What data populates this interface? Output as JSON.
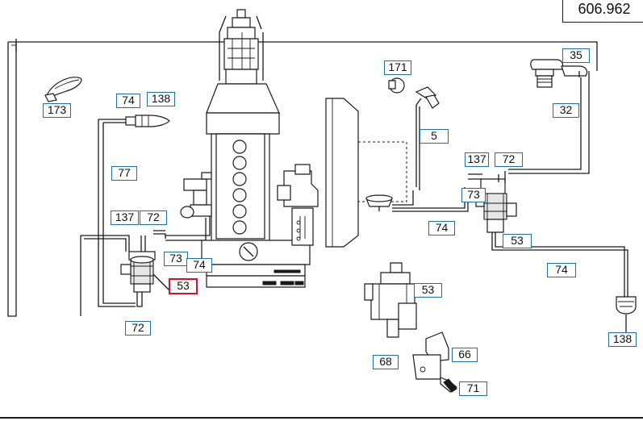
{
  "diagram": {
    "reference": "606.962",
    "callouts": [
      {
        "id": "173",
        "label": "173"
      },
      {
        "id": "74-a",
        "label": "74"
      },
      {
        "id": "138-a",
        "label": "138"
      },
      {
        "id": "77",
        "label": "77"
      },
      {
        "id": "137-a",
        "label": "137"
      },
      {
        "id": "72-a",
        "label": "72"
      },
      {
        "id": "73-a",
        "label": "73"
      },
      {
        "id": "74-b",
        "label": "74"
      },
      {
        "id": "53-a",
        "label": "53",
        "highlighted": true
      },
      {
        "id": "72-b",
        "label": "72"
      },
      {
        "id": "171",
        "label": "171"
      },
      {
        "id": "5",
        "label": "5"
      },
      {
        "id": "35",
        "label": "35"
      },
      {
        "id": "32",
        "label": "32"
      },
      {
        "id": "137-b",
        "label": "137"
      },
      {
        "id": "72-c",
        "label": "72"
      },
      {
        "id": "73-b",
        "label": "73"
      },
      {
        "id": "74-c",
        "label": "74"
      },
      {
        "id": "53-b",
        "label": "53"
      },
      {
        "id": "74-d",
        "label": "74"
      },
      {
        "id": "53-c",
        "label": "53"
      },
      {
        "id": "138-b",
        "label": "138"
      },
      {
        "id": "68",
        "label": "68"
      },
      {
        "id": "66",
        "label": "66"
      },
      {
        "id": "71",
        "label": "71"
      }
    ],
    "highlight_color": "#d0142c",
    "callout_border_color": "#1f6fa3"
  }
}
